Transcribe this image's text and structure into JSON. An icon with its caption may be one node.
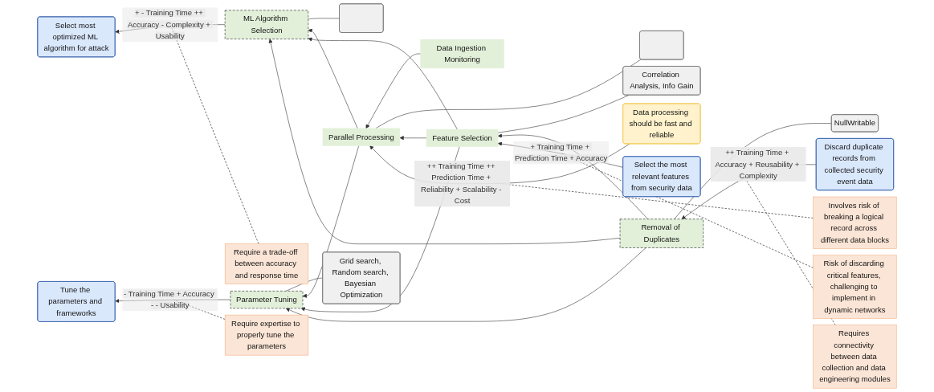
{
  "diagram": {
    "nodes": [
      {
        "text": [
          "Require a trade-off between accuracy and response time"
        ]
      },
      {
        "text": [
          "Select most optimized ML algorithm for attack"
        ]
      },
      {
        "text": [
          "Require expertise to properly tune the parameters"
        ]
      },
      {
        "text": [
          "Tune the parameters and frameworks"
        ]
      },
      {
        "text": [
          "ML Algorithm Selection"
        ]
      },
      {
        "text": [],
        "shape": "box"
      },
      {
        "text": [
          "Grid search, Random search, Bayesian Optimization"
        ]
      },
      {
        "text": [
          "Parameter Tuning"
        ]
      },
      {
        "text": [
          "Data Ingestion Monitoring"
        ]
      },
      {
        "text": [],
        "shape": "box"
      },
      {
        "text": [
          "Parallel Processing"
        ]
      },
      {
        "text": [
          "Correlation Analysis, Info Gain"
        ]
      },
      {
        "text": [
          "Feature Selection"
        ]
      },
      {
        "text": [
          "NullWritable"
        ]
      },
      {
        "text": [
          "Removal of Duplicates"
        ]
      },
      {
        "text": [
          "Involves risk of breaking a logical record across different data blocks"
        ]
      },
      {
        "text": [
          "Data processing should be fast and reliable"
        ]
      },
      {
        "text": [
          "Risk of discarding critical features, challenging to implement in dynamic networks"
        ]
      },
      {
        "text": [
          "Select the most relevant features from security data"
        ]
      },
      {
        "text": [
          "Requires connectivity between data collection and data engineering modules"
        ]
      },
      {
        "text": [
          "Discard duplicate records from collected security event data"
        ]
      }
    ],
    "edges": [
      {
        "from": 4,
        "to": 1,
        "arrow": "to",
        "label": "+ - Training Time ++ Accuracy - Complexity + Usability"
      },
      {
        "from": 7,
        "to": 3,
        "arrow": "to",
        "label": "- Training Time + Accuracy - - Usability"
      },
      {
        "from": 0,
        "to": null,
        "arrow": "none",
        "style": "dashed"
      },
      {
        "from": 2,
        "to": null,
        "arrow": "none",
        "style": "dashed"
      },
      {
        "from": 5,
        "to": 4,
        "arrow": "none"
      },
      {
        "from": 6,
        "to": 7,
        "arrow": "none"
      },
      {
        "from": 10,
        "to": 4,
        "arrow": "to"
      },
      {
        "from": 10,
        "to": 7,
        "arrow": "to"
      },
      {
        "from": 12,
        "to": 4,
        "arrow": "to"
      },
      {
        "from": 12,
        "to": 7,
        "arrow": "to"
      },
      {
        "from": 14,
        "to": 4,
        "arrow": "to"
      },
      {
        "from": 14,
        "to": 7,
        "arrow": "to"
      },
      {
        "from": 8,
        "to": 10,
        "arrow": "to"
      },
      {
        "from": 9,
        "to": 10,
        "arrow": "none"
      },
      {
        "from": 12,
        "to": 10,
        "arrow": "to"
      },
      {
        "from": 11,
        "to": 12,
        "arrow": "none"
      },
      {
        "from": 14,
        "to": 12,
        "arrow": "to"
      },
      {
        "from": 13,
        "to": 14,
        "arrow": "none"
      },
      {
        "from": 16,
        "to": 10,
        "arrow": "to",
        "label": "++ Training Time ++ Prediction Time + Reliability + Scalability - Cost"
      },
      {
        "from": 18,
        "to": 12,
        "arrow": "to",
        "label": "+ Training Time + Prediction Time + Accuracy"
      },
      {
        "from": 20,
        "to": 14,
        "arrow": "to",
        "label": "++ Training Time + Accuracy + Reusability + Complexity"
      },
      {
        "from": 15,
        "to": null,
        "arrow": "none",
        "style": "dashed"
      },
      {
        "from": 17,
        "to": null,
        "arrow": "none",
        "style": "dashed"
      },
      {
        "from": 19,
        "to": null,
        "arrow": "none",
        "style": "dashed"
      }
    ]
  }
}
